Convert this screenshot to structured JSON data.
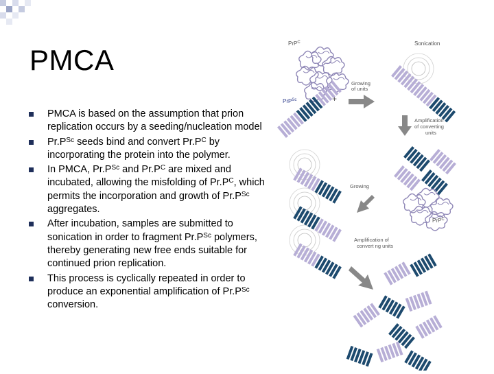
{
  "slide": {
    "title": "PMCA",
    "bullets": [
      {
        "parts": [
          "PMCA is based on the assumption that prion replication occurs by a seeding/nucleation model"
        ]
      },
      {
        "parts": [
          "Pr.P",
          "Sc",
          " seeds bind and convert Pr.P",
          "C",
          " by incorporating the protein into the polymer."
        ]
      },
      {
        "parts": [
          "In PMCA, Pr.P",
          "Sc",
          " and Pr.P",
          "C",
          " are mixed and incubated, allowing the misfolding of Pr.P",
          "C",
          ", which permits the incorporation and growth of Pr.P",
          "Sc",
          " aggregates."
        ]
      },
      {
        "parts": [
          "After incubation, samples are submitted to sonication in order to fragment Pr.P",
          "Sc",
          " polymers, thereby generating new free ends suitable for continued prion replication."
        ]
      },
      {
        "parts": [
          "This process is cyclically repeated in order to produce an exponential amplification of Pr.P",
          "Sc",
          " conversion."
        ]
      }
    ]
  },
  "figure": {
    "labels": {
      "prpc_top": "PrP",
      "prpc_top_sup": "C",
      "prpsc": "PrP",
      "prpsc_sup": "Sc",
      "plus": "+",
      "sonication": "Sonication",
      "growing_units_1": "Growing",
      "growing_units_2": "of units",
      "amp_converting_1": "Amplification",
      "amp_converting_2": "of converting",
      "amp_converting_3": "units",
      "growing": "Growing",
      "prpc_bottom": "PrP",
      "prpc_bottom_sup": "C",
      "amp_convert_1": "Amplification of",
      "amp_convert_2": "convert ng units"
    },
    "colors": {
      "dark": "#1d4a6e",
      "light": "#b7aed6",
      "arrow": "#777777",
      "accent_blue": "#2b3a8a"
    }
  }
}
